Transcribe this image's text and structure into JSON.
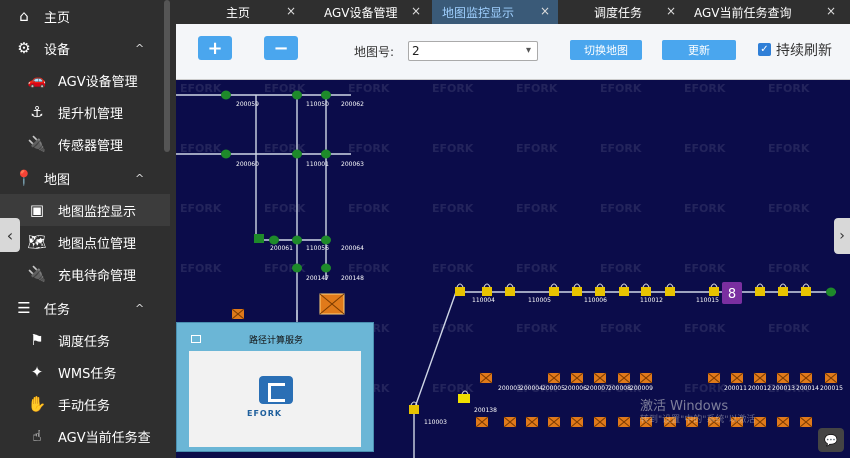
{
  "sidebar": {
    "items": [
      {
        "label": "主页",
        "icon": "home-icon",
        "glyph": "⌂"
      },
      {
        "label": "设备",
        "icon": "devices-icon",
        "glyph": "⚙",
        "chevron": "^"
      },
      {
        "label": "AGV设备管理",
        "icon": "car-icon",
        "glyph": "🚗"
      },
      {
        "label": "提升机管理",
        "icon": "anchor-icon",
        "glyph": "⚓"
      },
      {
        "label": "传感器管理",
        "icon": "plug-icon",
        "glyph": "🔌"
      },
      {
        "label": "地图",
        "icon": "map-pin-icon",
        "glyph": "📍",
        "chevron": "^"
      },
      {
        "label": "地图监控显示",
        "icon": "map-monitor-icon",
        "glyph": "▣"
      },
      {
        "label": "地图点位管理",
        "icon": "map-icon",
        "glyph": "🗺"
      },
      {
        "label": "充电待命管理",
        "icon": "charge-plug-icon",
        "glyph": "🔌"
      },
      {
        "label": "任务",
        "icon": "task-list-icon",
        "glyph": "☰",
        "chevron": "^"
      },
      {
        "label": "调度任务",
        "icon": "dispatch-icon",
        "glyph": "⚑"
      },
      {
        "label": "WMS任务",
        "icon": "wms-icon",
        "glyph": "✦"
      },
      {
        "label": "手动任务",
        "icon": "hand-icon",
        "glyph": "✋"
      },
      {
        "label": "AGV当前任务查",
        "icon": "hand-pointer-icon",
        "glyph": "☝"
      }
    ]
  },
  "tabs": [
    {
      "label": "主页",
      "close": "×"
    },
    {
      "label": "AGV设备管理",
      "close": "×"
    },
    {
      "label": "地图监控显示",
      "close": "×"
    },
    {
      "label": "调度任务",
      "close": "×"
    },
    {
      "label": "AGV当前任务查询",
      "close": "×"
    }
  ],
  "toolbar": {
    "zoom_in": "+",
    "zoom_out": "−",
    "map_label": "地图号:",
    "map_value": "2",
    "switch_label": "切换地图",
    "refresh_label": "更新",
    "auto_refresh_label": "持续刷新",
    "auto_refresh_checked": true
  },
  "map": {
    "watermark": "EFORK",
    "agv_badge": "8",
    "node_labels": [
      "200059",
      "110050",
      "200062",
      "200060",
      "110001",
      "200063",
      "200061",
      "110056",
      "200064",
      "200147",
      "200148",
      "110004",
      "110005",
      "110006",
      "110012",
      "110015",
      "200003",
      "200004",
      "200005",
      "200006",
      "200007",
      "200008",
      "200009",
      "200011",
      "200012",
      "200013",
      "200014",
      "200015",
      "200138",
      "110003"
    ],
    "colors": {
      "background": "#0b0c4a",
      "node": "#1e8a2a",
      "station": "#e8c300",
      "task": "#e07a1a"
    }
  },
  "popup": {
    "title": "路径计算服务",
    "logo_text": "EFORK"
  },
  "windows_watermark": {
    "line1": "激活 Windows",
    "line2": "转到\"设置\"中的\"系统\"以激活"
  }
}
